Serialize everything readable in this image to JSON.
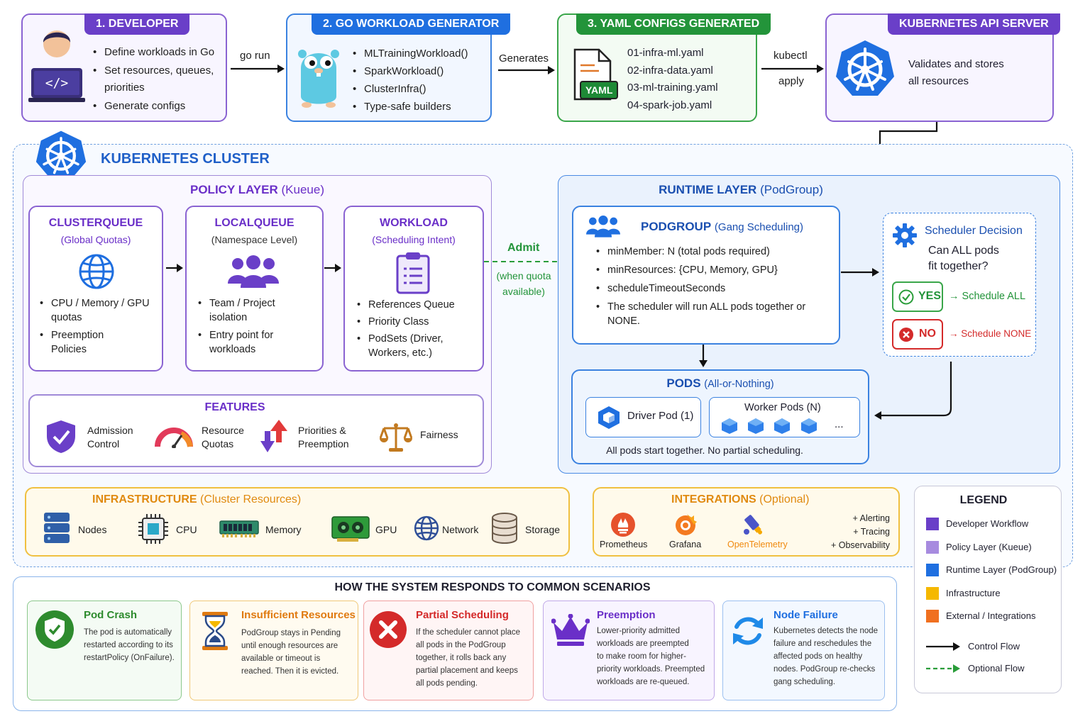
{
  "developer": {
    "tag": "1. DEVELOPER",
    "items": [
      "Define workloads in Go",
      "Set resources, queues, priorities",
      "Generate configs"
    ]
  },
  "arrow_go_run": "go run",
  "generator": {
    "tag": "2. GO WORKLOAD GENERATOR",
    "items": [
      "MLTrainingWorkload()",
      "SparkWorkload()",
      "ClusterInfra()",
      "Type-safe builders"
    ]
  },
  "arrow_generates": "Generates",
  "yaml": {
    "tag": "3. YAML CONFIGS GENERATED",
    "badge": "YAML",
    "files": [
      "01-infra-ml.yaml",
      "02-infra-data.yaml",
      "03-ml-training.yaml",
      "04-spark-job.yaml"
    ]
  },
  "arrow_kubectl": [
    "kubectl",
    "apply"
  ],
  "api_server": {
    "tag": "KUBERNETES API SERVER",
    "desc": [
      "Validates and stores",
      "all resources"
    ]
  },
  "cluster": {
    "title": "KUBERNETES CLUSTER"
  },
  "policy": {
    "title": "POLICY LAYER",
    "title_sub": "(Kueue)",
    "clusterqueue": {
      "title": "CLUSTERQUEUE",
      "sub": "(Global Quotas)",
      "items": [
        "CPU / Memory / GPU quotas",
        "Preemption Policies"
      ]
    },
    "localqueue": {
      "title": "LOCALQUEUE",
      "sub": "(Namespace Level)",
      "items": [
        "Team / Project isolation",
        "Entry point for workloads"
      ]
    },
    "workload": {
      "title": "WORKLOAD",
      "sub": "(Scheduling Intent)",
      "items": [
        "References Queue",
        "Priority Class",
        "PodSets (Driver, Workers, etc.)"
      ]
    },
    "features": {
      "title": "FEATURES",
      "items": [
        [
          "Admission",
          "Control"
        ],
        [
          "Resource",
          "Quotas"
        ],
        [
          "Priorities &",
          "Preemption"
        ],
        [
          "Fairness"
        ]
      ]
    }
  },
  "admit": {
    "label": "Admit",
    "note": [
      "(when quota",
      "available)"
    ]
  },
  "runtime": {
    "title": "RUNTIME LAYER",
    "title_sub": "(PodGroup)",
    "podgroup": {
      "title": "PODGROUP",
      "sub": "(Gang Scheduling)",
      "items": [
        "minMember: N (total pods required)",
        "minResources: {CPU, Memory, GPU}",
        "scheduleTimeoutSeconds",
        "The scheduler will run ALL pods together or NONE."
      ]
    },
    "decision": {
      "title": "Scheduler Decision",
      "question": [
        "Can ALL pods",
        "fit together?"
      ],
      "yes": "YES",
      "yes_action": "→ Schedule ALL",
      "no": "NO",
      "no_action": "→ Schedule NONE"
    },
    "pods": {
      "title": "PODS",
      "sub": "(All-or-Nothing)",
      "driver": "Driver Pod (1)",
      "workers": "Worker Pods (N)",
      "more": "...",
      "note": "All pods start together. No partial scheduling."
    }
  },
  "infrastructure": {
    "title": "INFRASTRUCTURE",
    "title_sub": "(Cluster Resources)",
    "items": [
      "Nodes",
      "CPU",
      "Memory",
      "GPU",
      "Network",
      "Storage"
    ]
  },
  "integrations": {
    "title": "INTEGRATIONS",
    "title_sub": "(Optional)",
    "items": [
      "Prometheus",
      "Grafana",
      "OpenTelemetry"
    ],
    "extras": [
      "+ Alerting",
      "+ Tracing",
      "+ Observability"
    ]
  },
  "legend": {
    "title": "LEGEND",
    "items": [
      {
        "label": "Developer Workflow",
        "color": "#6a3fc8"
      },
      {
        "label": "Policy Layer (Kueue)",
        "color": "#a78bdf"
      },
      {
        "label": "Runtime Layer (PodGroup)",
        "color": "#1f6fe0"
      },
      {
        "label": "Infrastructure",
        "color": "#f5b800"
      },
      {
        "label": "External / Integrations",
        "color": "#f07020"
      }
    ],
    "control_flow": "Control Flow",
    "optional_flow": "Optional Flow"
  },
  "scenarios": {
    "title": "HOW THE SYSTEM RESPONDS TO COMMON SCENARIOS",
    "cards": [
      {
        "title": "Pod Crash",
        "text": [
          "The pod is automatically",
          "restarted according to its",
          "restartPolicy (OnFailure)."
        ],
        "color": "#2e8b2e"
      },
      {
        "title": "Insufficient Resources",
        "text": [
          "PodGroup stays in Pending",
          "until enough resources are",
          "available or timeout is",
          "reached. Then it is evicted."
        ],
        "color": "#e07a10"
      },
      {
        "title": "Partial Scheduling",
        "text": [
          "If the scheduler cannot place",
          "all pods in the PodGroup",
          "together, it rolls back any",
          "partial placement and keeps",
          "all pods pending."
        ],
        "color": "#d42a2a"
      },
      {
        "title": "Preemption",
        "text": [
          "Lower-priority admitted",
          "workloads are preempted",
          "to make room for higher-",
          "priority workloads. Preempted",
          "workloads are re-queued."
        ],
        "color": "#6a2fc8"
      },
      {
        "title": "Node Failure",
        "text": [
          "Kubernetes detects the node",
          "failure and reschedules the",
          "affected pods on healthy",
          "nodes. PodGroup re-checks",
          "gang scheduling."
        ],
        "color": "#1f6fe0"
      }
    ]
  }
}
